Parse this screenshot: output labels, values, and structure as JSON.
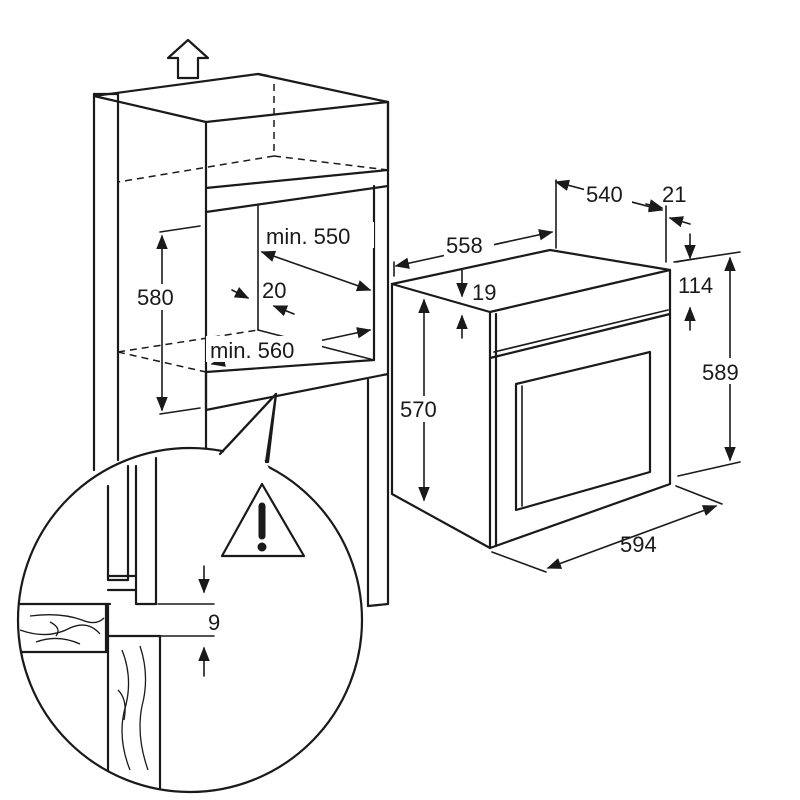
{
  "cabinet_labels": {
    "min_width": "min. 550",
    "niche_height": "580",
    "gap": "20",
    "min_depth": "min. 560"
  },
  "oven_labels": {
    "depth_body": "540",
    "front_thickness": "21",
    "total_depth": "558",
    "top_offset": "19",
    "panel_offset": "114",
    "body_height": "570",
    "front_height": "589",
    "width": "594"
  },
  "detail_labels": {
    "clearance": "9"
  },
  "icons": {
    "up_arrow": "ventilation-up-arrow-icon",
    "warning": "warning-triangle-icon"
  },
  "colors": {
    "line": "#1a1a1a",
    "background": "#ffffff"
  }
}
